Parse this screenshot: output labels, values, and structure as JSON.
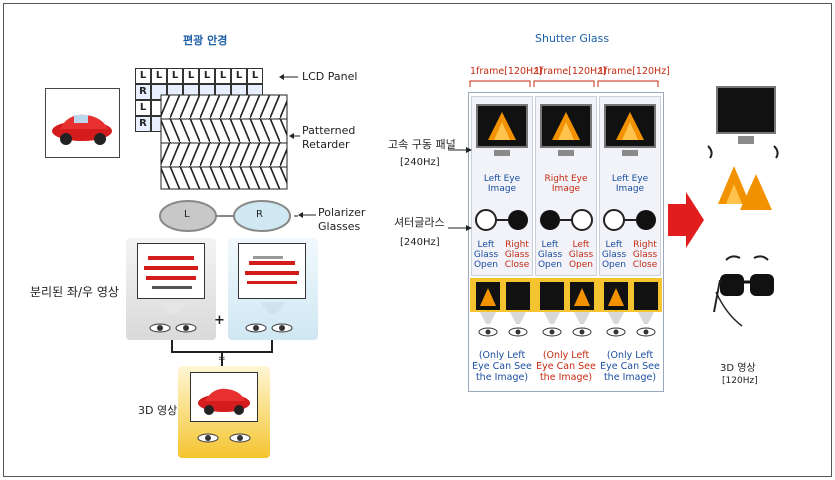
{
  "left_title": "편광 안경",
  "right_title": "Shutter Glass",
  "lcd_panel_label": "LCD Panel",
  "retarder_label_1": "Patterned",
  "retarder_label_2": "Retarder",
  "polarizer_label_1": "Polarizer",
  "polarizer_label_2": "Glasses",
  "lens_left": "L",
  "lens_right": "R",
  "panel_rows": [
    [
      "L",
      "L",
      "L",
      "L",
      "L",
      "L",
      "L",
      "L"
    ],
    [
      "R",
      "",
      "",
      "",
      "",
      "",
      "",
      ""
    ],
    [
      "L",
      "",
      "",
      "",
      "",
      "",
      "",
      ""
    ],
    [
      "R",
      "",
      "",
      "",
      "",
      "",
      "",
      ""
    ]
  ],
  "separated_label": "분리된 좌/우 영상",
  "plus_sign": "+",
  "equals_sign": "=",
  "result_label": "3D 영상",
  "frame_labels": [
    "1frame[120Hz]",
    "1frame[120Hz]",
    "1frame[120Hz]"
  ],
  "fast_panel_label": "고속 구동 패널",
  "fast_panel_hz": "[240Hz]",
  "shutter_label": "셔터글라스",
  "shutter_hz": "[240Hz]",
  "image_labels": [
    {
      "text": "Left Eye Image",
      "color": "blue"
    },
    {
      "text": "Right Eye Image",
      "color": "red"
    },
    {
      "text": "Left Eye Image",
      "color": "blue"
    }
  ],
  "glass_states": [
    {
      "left": "Left Glass Open",
      "right": "Right Glass Close"
    },
    {
      "left": "Left Glass Open",
      "right": "Left Glass Open"
    },
    {
      "left": "Left Glass Open",
      "right": "Right Glass Close"
    }
  ],
  "see_labels": [
    {
      "text": "(Only Left Eye Can See the Image)",
      "color": "blue"
    },
    {
      "text": "(Only Left Eye Can See the Image)",
      "color": "red"
    },
    {
      "text": "(Only Left Eye Can See the Image)",
      "color": "blue"
    }
  ],
  "result_right_label": "3D 영상",
  "result_right_hz": "[120Hz]",
  "colors": {
    "accent_blue": "#1d5fa8",
    "accent_red": "#c42a12",
    "arrow_red": "#e11d1d",
    "orange": "#f39200",
    "yellow": "#f4c430"
  }
}
